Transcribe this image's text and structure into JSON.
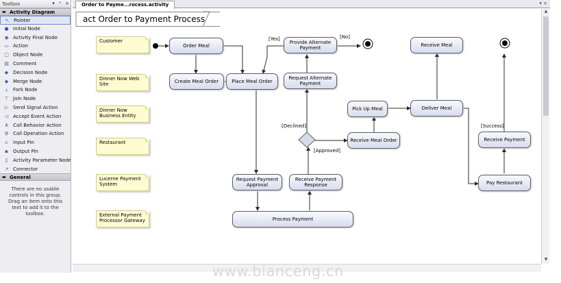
{
  "toolbox": {
    "title": "Toolbox",
    "controls": [
      "▾",
      "ᵖ",
      "×"
    ],
    "section_activity": "Activity Diagram",
    "items": [
      {
        "label": "Pointer",
        "icon": "pointer-icon",
        "glyph": "↖"
      },
      {
        "label": "Initial Node",
        "icon": "initial-node-icon",
        "glyph": "●"
      },
      {
        "label": "Activity Final Node",
        "icon": "activity-final-node-icon",
        "glyph": "◉"
      },
      {
        "label": "Action",
        "icon": "action-icon",
        "glyph": "▭"
      },
      {
        "label": "Object Node",
        "icon": "object-node-icon",
        "glyph": "□"
      },
      {
        "label": "Comment",
        "icon": "comment-icon",
        "glyph": "▤"
      },
      {
        "label": "Decision Node",
        "icon": "decision-node-icon",
        "glyph": "◆"
      },
      {
        "label": "Merge Node",
        "icon": "merge-node-icon",
        "glyph": "◆"
      },
      {
        "label": "Fork Node",
        "icon": "fork-node-icon",
        "glyph": "⊥"
      },
      {
        "label": "Join Node",
        "icon": "join-node-icon",
        "glyph": "⊤"
      },
      {
        "label": "Send Signal Action",
        "icon": "send-signal-icon",
        "glyph": "▷"
      },
      {
        "label": "Accept Event Action",
        "icon": "accept-event-icon",
        "glyph": "◁"
      },
      {
        "label": "Call Behavior Action",
        "icon": "call-behavior-icon",
        "glyph": "⋔"
      },
      {
        "label": "Call Operation Action",
        "icon": "call-operation-icon",
        "glyph": "⚙"
      },
      {
        "label": "Input Pin",
        "icon": "input-pin-icon",
        "glyph": "▫"
      },
      {
        "label": "Output Pin",
        "icon": "output-pin-icon",
        "glyph": "▪"
      },
      {
        "label": "Activity Parameter Node",
        "icon": "activity-parameter-icon",
        "glyph": "▯"
      },
      {
        "label": "Connector",
        "icon": "connector-icon",
        "glyph": "↗"
      }
    ],
    "section_general": "General",
    "general_text": "There are no usable controls in this group. Drag an item onto this text to add it to the toolbox."
  },
  "document": {
    "tab_label": "Order to Payme...rocess.activity",
    "tab_controls": "▾ ×"
  },
  "diagram": {
    "title": "act Order to Payment Process",
    "comments": {
      "customer": "Customer",
      "dinner_now_web_site": "Dinner Now Web Site",
      "dinner_now_business_entity": "Dinner Now Business Entity",
      "restaurant": "Restaurant",
      "lucerne_payment_system": "Lucerne Payment System",
      "external_payment_processor_gateway": "External Payment Processor Gateway"
    },
    "actions": {
      "order_meal": "Order Meal",
      "create_meal_order": "Create Meal Order",
      "place_meal_order": "Place Meal Order",
      "provide_alternate_payment": "Provide Alternate Payment",
      "request_alternate_payment": "Request Alternate Payment",
      "pick_up_meal": "Pick Up Meal",
      "deliver_meal": "Deliver Meal",
      "receive_meal": "Receive Meal",
      "receive_meal_order": "Receive Meal Order",
      "receive_payment": "Receive Payment",
      "pay_restaurant": "Pay Restaurant",
      "request_payment_approval": "Request Payment Approval",
      "receive_payment_response": "Receive Payment Response",
      "process_payment": "Process Payment"
    },
    "guards": {
      "yes": "[Yes]",
      "no": "[No]",
      "declined": "[Declined]",
      "approved": "[Approved]",
      "success": "[Success]"
    }
  },
  "watermark": "www.bianceng.cn",
  "colors": {
    "action_fill_top": "#f9f9ff",
    "action_fill_bottom": "#d7dcec",
    "comment_fill": "#fdfbd0",
    "selected_item": "#dfe6f4",
    "connector": "#2a2a2a"
  }
}
